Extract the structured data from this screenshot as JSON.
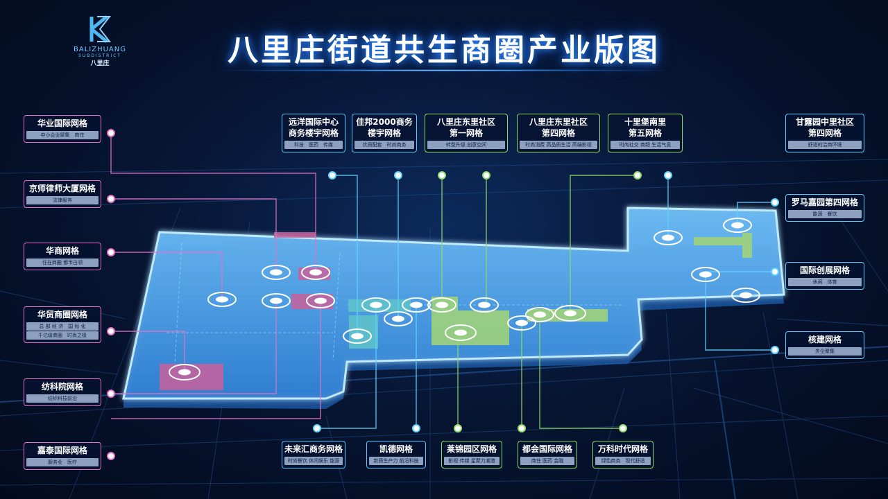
{
  "header": {
    "title": "八里庄街道共生商圈产业版图",
    "logo_en": "BALIZHUANG",
    "logo_sub": "SUBDISTRICT",
    "logo_cn": "八里庄"
  },
  "colors": {
    "pink": "#e473c8",
    "cyan": "#5fd4ff",
    "green": "#8fdc6a",
    "blue": "#57c9ff",
    "district_fill": "#5aa8e6",
    "pink_block": "#c9609a",
    "green_block": "#9fd17a",
    "teal_block": "#5fc4c8"
  },
  "grids": {
    "huaye": {
      "name": "华业国际网格",
      "tag": "中小企业聚集　商住"
    },
    "jingshi": {
      "name": "京师律师大厦网格",
      "tag": "法律服务"
    },
    "huashang": {
      "name": "华商网格",
      "tag": "住在商圈 都市白领"
    },
    "huamao": {
      "name": "华贸商圈网格",
      "tag1": "总 部 经 济　国 际 化",
      "tag2": "千亿级商圈　时尚之极"
    },
    "fangke": {
      "name": "纺科院网格",
      "tag": "纺织科技前沿"
    },
    "jiatai": {
      "name": "嘉泰国际网格",
      "tag": "服务业　医疗"
    },
    "yuanyang": {
      "name1": "远洋国际中心",
      "name2": "商务楼宇网格",
      "tag": "科技　医药　传媒"
    },
    "jiabang": {
      "name1": "佳邦2000商务",
      "name2": "楼宇网格",
      "tag": "优质配套　时尚商务"
    },
    "dongli1": {
      "name1": "八里庄东里社区",
      "name2": "第一网格",
      "tag": "转型升级 创意空间"
    },
    "dongli4": {
      "name1": "八里庄东里社区",
      "name2": "第四网格",
      "tag": "时尚消费 高品质生活 高端影视"
    },
    "shilipu": {
      "name1": "十里堡南里",
      "name2": "第五网格",
      "tag": "时尚社交 商超 生活气息"
    },
    "ganlu": {
      "name1": "甘露园中里社区",
      "name2": "第四网格",
      "tag": "舒适的洽商环境"
    },
    "luoma": {
      "name": "罗马嘉园第四网格",
      "tag": "能源　餐饮"
    },
    "guoji": {
      "name": "国际创展网格",
      "tag": "休闲　体育"
    },
    "hejian": {
      "name": "核建网格",
      "tag": "央企聚集"
    },
    "weilaihui": {
      "name": "未来汇商务网格",
      "tag": "时尚餐饮 休闲娱乐 能源"
    },
    "kaide": {
      "name": "凯德网格",
      "tag": "新质生产力 前沿科技"
    },
    "laijin": {
      "name": "莱锦园区网格",
      "tag": "影视 传媒 星聚力潮港"
    },
    "duhui": {
      "name": "都会国际网格",
      "tag": "商住 医药 金融"
    },
    "wanke": {
      "name": "万科时代网格",
      "tag": "绿色商务　现代舒适"
    }
  }
}
